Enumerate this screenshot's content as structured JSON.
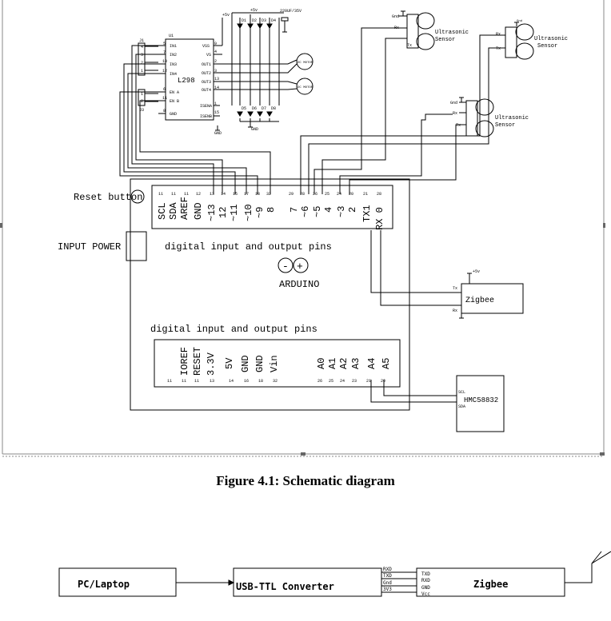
{
  "figure_caption": "Figure 4.1: Schematic diagram",
  "l298": {
    "chip_label": "L298",
    "ref": "U1",
    "left_pins": [
      "IN1",
      "IN2",
      "IN3",
      "IN4",
      "EN A",
      "EN B",
      "GND"
    ],
    "left_pin_numbers": [
      "5",
      "7",
      "10",
      "12",
      "6",
      "11",
      "8"
    ],
    "right_pins": [
      "VSS",
      "VS",
      "OUT1",
      "OUT2",
      "OUT3",
      "OUT4",
      "ISENA",
      "ISENB"
    ],
    "right_pin_numbers": [
      "9",
      "4",
      "2",
      "3",
      "13",
      "14",
      "1",
      "15"
    ],
    "header_ref_top": "J1",
    "header_ref_bottom": "J3",
    "header_pins_top": [
      "4",
      "3",
      "2",
      "1"
    ],
    "header_pins_bottom": [
      "1",
      "2"
    ]
  },
  "power": {
    "vcc_label": "+5v",
    "vcc_label_2": "+5v",
    "capacitor_label": "220UF/35V",
    "gnd_label": "GND",
    "gnd_label_2": "GND",
    "diodes": [
      "D1",
      "D2",
      "D3",
      "D4",
      "D5",
      "D6",
      "D7",
      "D8"
    ]
  },
  "motors": [
    "DC MOTOR",
    "DC MOTOR"
  ],
  "sensors": [
    {
      "name": "Ultrasonic",
      "name2": "Sensor",
      "gnd": "Gnd",
      "rx": "Rx",
      "tx": "Tx"
    },
    {
      "name": "Ultrasonic",
      "name2": "Sensor",
      "gnd": "Gnd",
      "rx": "Rx",
      "tx": "Tx"
    },
    {
      "name": "Ultrasonic",
      "name2": "Sensor",
      "gnd": "Gnd",
      "rx": "Rx",
      "tx": "Tx"
    }
  ],
  "arduino": {
    "reset_label": "Reset button",
    "input_power_label": "INPUT POWER",
    "top_pins": [
      "SCL",
      "SDA",
      "AREF",
      "GND",
      "~13",
      "12",
      "~11",
      "~10",
      "~9",
      "8",
      "7",
      "~6",
      "~5",
      "4",
      "~3",
      "2",
      "TX1",
      "RX 0"
    ],
    "top_pin_numbers": [
      "11",
      "11",
      "11",
      "12",
      "13",
      "14",
      "15",
      "17",
      "18",
      "32",
      "29",
      "28",
      "26",
      "25",
      "24",
      "20",
      "21",
      "28"
    ],
    "top_section_label": "digital input and output pins",
    "minus": "-",
    "plus": "+",
    "board_name": "ARDUINO",
    "bottom_section_label": "digital input and output pins",
    "bottom_pins": [
      "IOREF",
      "RESET",
      "3.3V",
      "5V",
      "GND",
      "GND",
      "Vin",
      "A0",
      "A1",
      "A2",
      "A3",
      "A4",
      "A5"
    ],
    "bottom_pin_numbers": [
      "11",
      "11",
      "11",
      "13",
      "14",
      "16",
      "18",
      "32",
      "26",
      "25",
      "24",
      "23",
      "21",
      "20"
    ]
  },
  "zigbee": {
    "label": "Zigbee",
    "tx": "Tx",
    "rx": "Rx",
    "vcc": "+5v"
  },
  "hmc": {
    "label": "HMC58832",
    "scl": "SCL",
    "sda": "SDA"
  },
  "block_diagram": {
    "pc": "PC/Laptop",
    "converter": "USB-TTL Converter",
    "converter_pins": [
      "RXD",
      "TXD",
      "Gnd",
      "3V3"
    ],
    "zigbee_pins": [
      "TXD",
      "RXD",
      "GND",
      "Vcc"
    ],
    "zigbee": "Zigbee"
  }
}
